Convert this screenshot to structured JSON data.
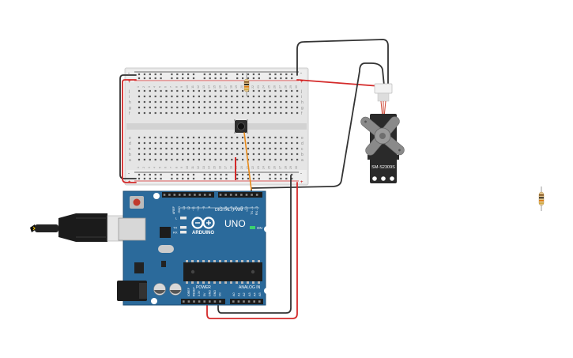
{
  "breadboard": {
    "column_count": 30,
    "row_letters_top": [
      "j",
      "i",
      "h",
      "g",
      "f"
    ],
    "row_letters_bottom": [
      "e",
      "d",
      "c",
      "b",
      "a"
    ],
    "rail_plus": "+",
    "rail_minus": "-"
  },
  "arduino": {
    "brand": "ARDUINO",
    "model": "UNO",
    "digital_label": "DIGITAL (PWM ~)",
    "power_label": "POWER",
    "analog_label": "ANALOG IN",
    "on_label": "ON",
    "tx_label": "TX",
    "rx_label": "RX",
    "l_label": "L",
    "digital_pins": [
      "AREF",
      "GND",
      "13",
      "12",
      "~11",
      "~10",
      "~9",
      "8",
      "7",
      "~6",
      "~5",
      "4",
      "~3",
      "2",
      "TX→1",
      "RX←0"
    ],
    "power_pins": [
      "IOREF",
      "RESET",
      "3.3V",
      "5V",
      "GND",
      "GND",
      "Vin"
    ],
    "analog_pins": [
      "A0",
      "A1",
      "A2",
      "A3",
      "A4",
      "A5"
    ]
  },
  "servo": {
    "model": "SM-S2309S"
  },
  "colors": {
    "wire_red": "#d42a2a",
    "wire_black": "#333333",
    "wire_orange": "#e88a1a",
    "arduino_blue": "#2b6a9b",
    "breadboard": "#e6e6e6"
  }
}
